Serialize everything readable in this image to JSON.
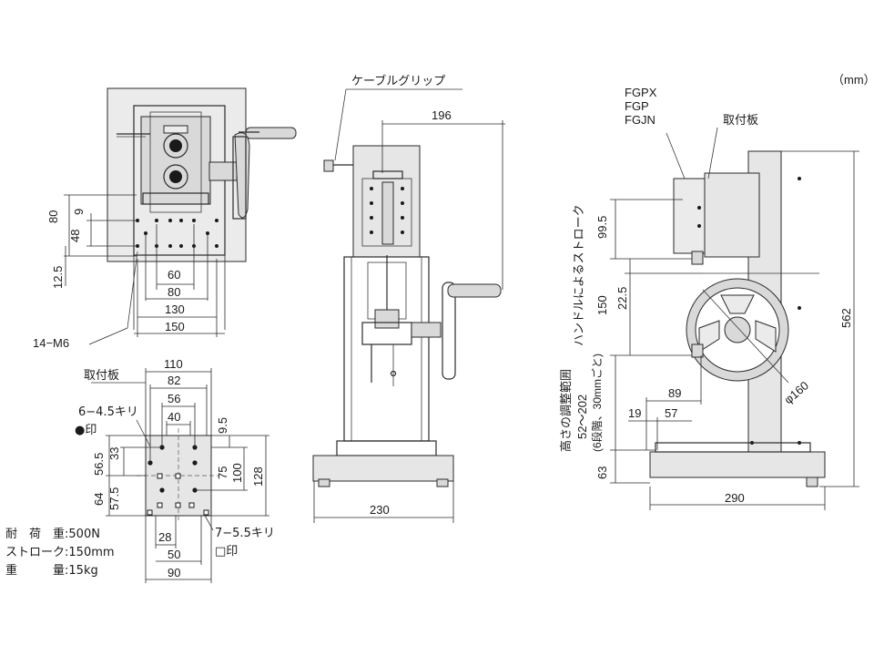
{
  "unit_label": "（mm）",
  "top_view": {
    "dims_vertical": [
      "80",
      "9",
      "48",
      "12.5"
    ],
    "dims_horizontal": [
      "60",
      "80",
      "130",
      "150"
    ],
    "tap_label": "14−M6"
  },
  "mount_plate": {
    "title": "取付板",
    "dims_top": [
      "110",
      "82",
      "56",
      "40"
    ],
    "dims_left": [
      "33",
      "56.5",
      "64",
      "57.5"
    ],
    "dims_right": [
      "9.5",
      "75",
      "100",
      "128"
    ],
    "dims_bottom": [
      "28",
      "50",
      "90"
    ],
    "hole_a_label": "6−4.5キリ",
    "hole_a_mark": "●印",
    "hole_b_label": "7−5.5キリ",
    "hole_b_mark": "□印"
  },
  "specs": [
    {
      "label": "耐　荷　重",
      "value": "500N"
    },
    {
      "label": "ストローク",
      "value": "150mm"
    },
    {
      "label": "重　　　量",
      "value": "15kg"
    }
  ],
  "front_view": {
    "cable_grip_label": "ケーブルグリップ",
    "dim_top": "196",
    "dim_base": "230"
  },
  "side_view": {
    "models": [
      "FGPX",
      "FGP",
      "FGJN"
    ],
    "mount_label": "取付板",
    "stroke_label": "ハンドルによるストローク",
    "height_label": "高さの調整範囲",
    "height_range": "52～202",
    "height_note": "(6段階、30mmごと)",
    "dims": {
      "d99_5": "99.5",
      "d22_5": "22.5",
      "d150": "150",
      "d562": "562",
      "d89": "89",
      "d19": "19",
      "d57": "57",
      "d63": "63",
      "d290": "290",
      "wheel": "φ160"
    }
  }
}
